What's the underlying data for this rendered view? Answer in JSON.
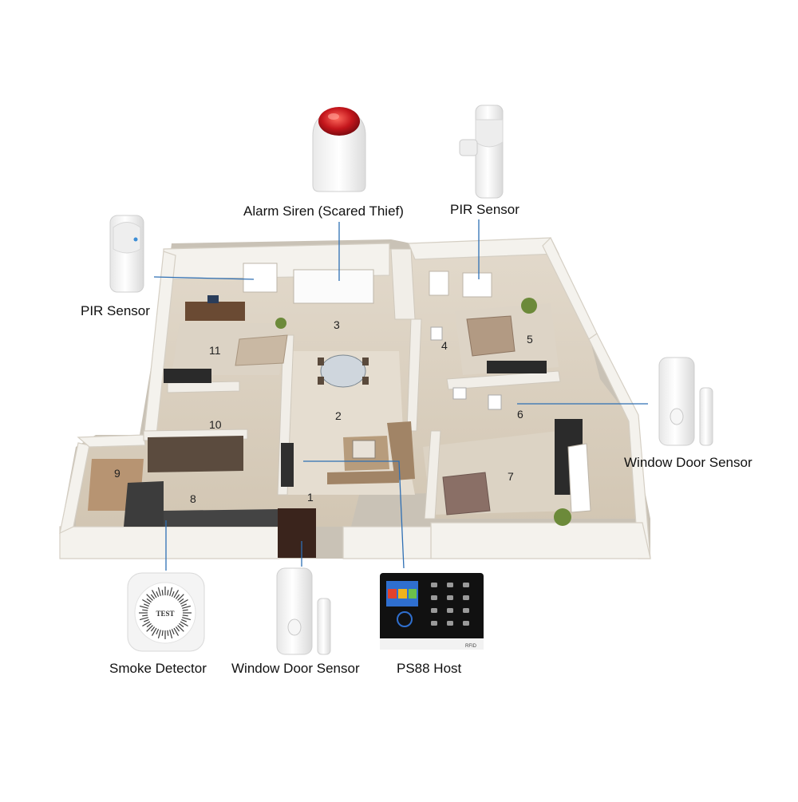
{
  "devices": {
    "alarm_siren": {
      "label": "Alarm Siren (Scared Thief)",
      "icon": "siren-icon",
      "accent": "#c4161c"
    },
    "pir_sensor_top": {
      "label": "PIR Sensor",
      "icon": "pir-sensor-icon"
    },
    "pir_sensor_left": {
      "label": "PIR Sensor",
      "icon": "pir-sensor-icon"
    },
    "window_door_sensor_right": {
      "label": "Window Door Sensor",
      "icon": "door-sensor-icon"
    },
    "smoke_detector": {
      "label": "Smoke Detector",
      "icon": "smoke-detector-icon",
      "test_text": "TEST"
    },
    "window_door_sensor_bottom": {
      "label": "Window Door Sensor",
      "icon": "door-sensor-icon"
    },
    "host": {
      "label": "PS88 Host",
      "icon": "alarm-panel-icon",
      "rfid_text": "RFID"
    }
  },
  "rooms": [
    "1",
    "2",
    "3",
    "4",
    "5",
    "6",
    "7",
    "8",
    "9",
    "10",
    "11"
  ],
  "colors": {
    "wall": "#f3f1ec",
    "wall_shadow": "#cfcac0",
    "floor": "#d9cfc0",
    "line": "#2e6fb4"
  }
}
